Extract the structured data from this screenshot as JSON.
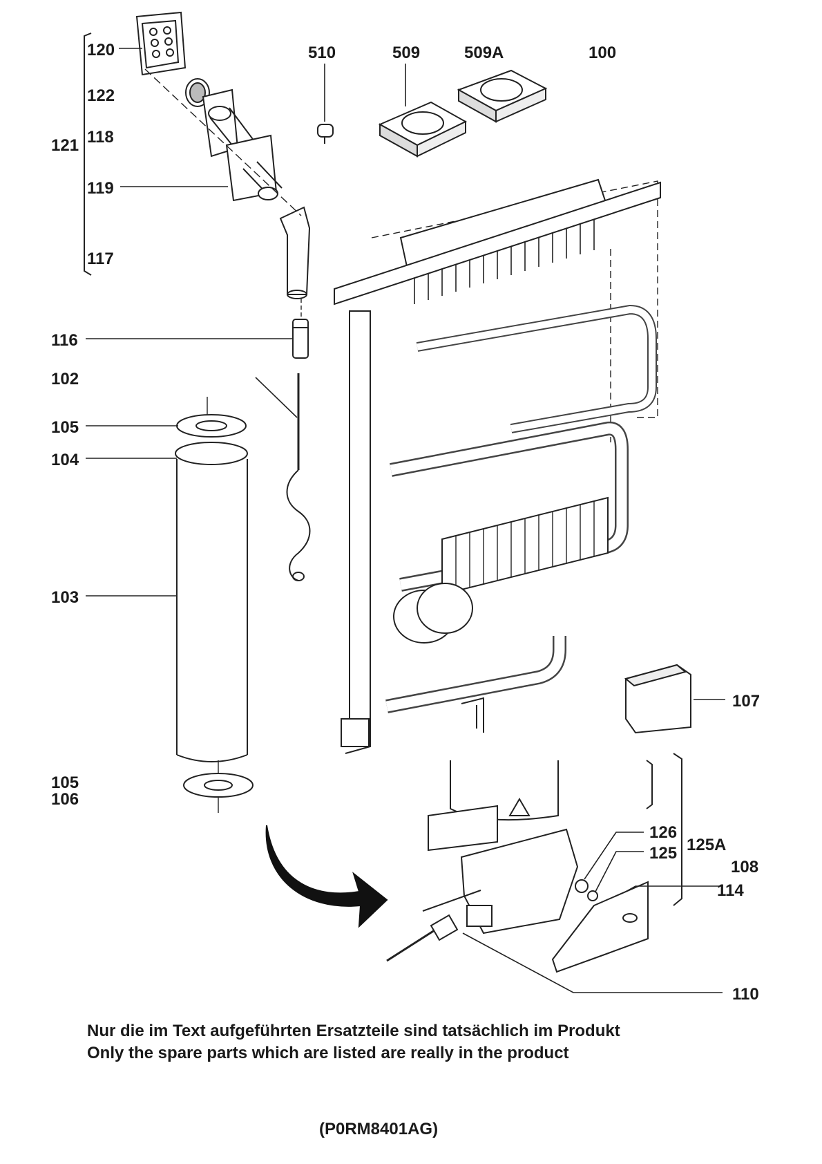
{
  "labels": {
    "l120": "120",
    "l122": "122",
    "l118": "118",
    "l121": "121",
    "l119": "119",
    "l117": "117",
    "l116": "116",
    "l102": "102",
    "l105a": "105",
    "l104": "104",
    "l103": "103",
    "l105b": "105",
    "l106": "106",
    "l510": "510",
    "l509": "509",
    "l509a": "509A",
    "l100": "100",
    "l107": "107",
    "l126": "126",
    "l125": "125",
    "l125a": "125A",
    "l108": "108",
    "l114": "114",
    "l110": "110"
  },
  "notes": {
    "de": "Nur die im Text aufgeführten Ersatzteile sind tatsächlich im Produkt",
    "en": "Only the spare parts which are listed are really in the product"
  },
  "code": "(P0RM8401AG)"
}
